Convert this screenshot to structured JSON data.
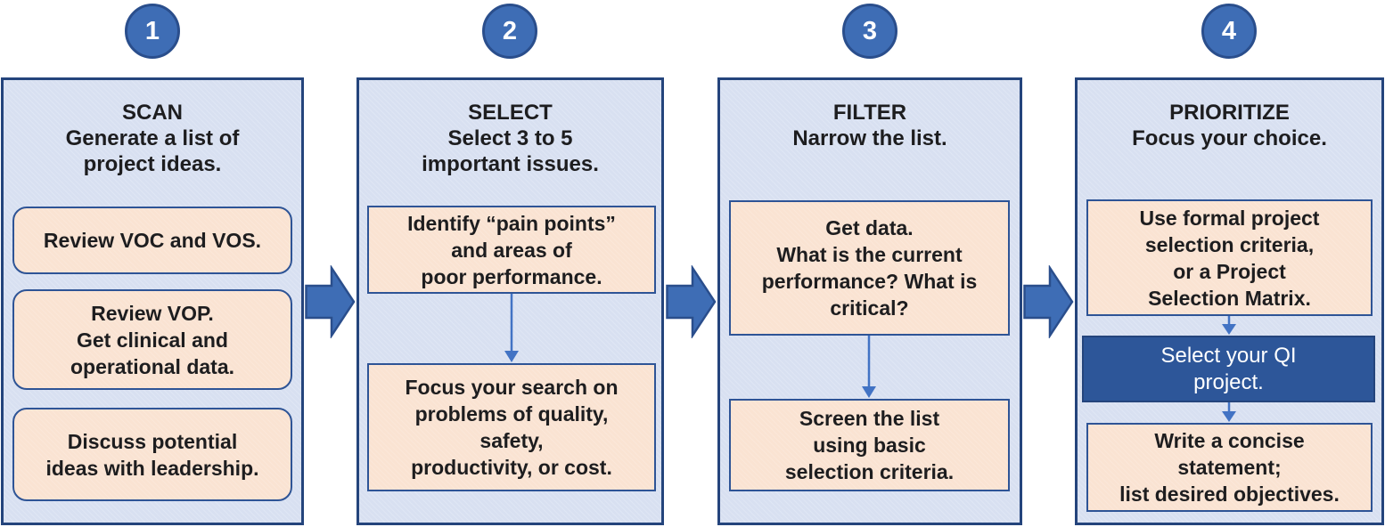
{
  "figure_type": "four-step QI project selection process flow",
  "steps": [
    {
      "number": "1",
      "title": "SCAN\nGenerate a list of\nproject ideas.",
      "boxes": [
        {
          "text": "Review VOC and VOS."
        },
        {
          "text": "Review VOP.\nGet clinical and\noperational data."
        },
        {
          "text": "Discuss potential\nideas with leadership."
        }
      ]
    },
    {
      "number": "2",
      "title": "SELECT\nSelect 3 to 5\nimportant issues.",
      "boxes": [
        {
          "text": "Identify “pain points”\nand areas of\npoor performance."
        },
        {
          "text": "Focus your search on\nproblems of quality,\nsafety,\nproductivity, or cost."
        }
      ]
    },
    {
      "number": "3",
      "title": "FILTER\nNarrow the list.",
      "boxes": [
        {
          "text": "Get data.\nWhat is the current\nperformance? What is\ncritical?"
        },
        {
          "text": "Screen the list\nusing basic\nselection criteria."
        }
      ]
    },
    {
      "number": "4",
      "title": "PRIORITIZE\nFocus your choice.",
      "boxes": [
        {
          "text": "Use formal project\nselection criteria,\nor a Project\nSelection Matrix."
        },
        {
          "text": "Select your QI\nproject."
        },
        {
          "text": "Write a concise\nstatement;\nlist desired objectives."
        }
      ]
    }
  ],
  "icons": [
    "arrow-right-icon between step 1 and 2",
    "arrow-right-icon between step 2 and 3",
    "arrow-right-icon between step 3 and 4",
    "arrow-down-icon inside steps 2, 3 and 4"
  ],
  "colors": {
    "background": "#ffffff",
    "panel_bg": "#d8e0f1",
    "panel_border": "#24447c",
    "box_fill": "#fae3d2",
    "box_border": "#2e5496",
    "circle_fill": "#3e6db5",
    "circle_border": "#2a4e8c",
    "arrow_fill": "#3e6db5",
    "arrow_border": "#2a4e8c",
    "connector": "#4273c4",
    "dark_box_fill": "#2d5699",
    "dark_box_border": "#24447c",
    "dark_box_text": "#ffffff",
    "text": "#1d1d1f"
  }
}
